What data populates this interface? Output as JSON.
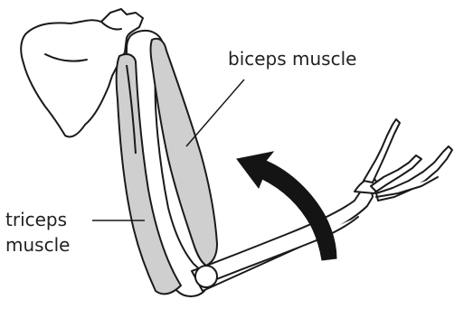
{
  "labels": {
    "biceps": "biceps muscle",
    "triceps_line1": "triceps",
    "triceps_line2": "muscle"
  },
  "colors": {
    "muscle_fill": "#cfcfcf",
    "outline": "#1a1a1a",
    "arrow": "#141414"
  }
}
